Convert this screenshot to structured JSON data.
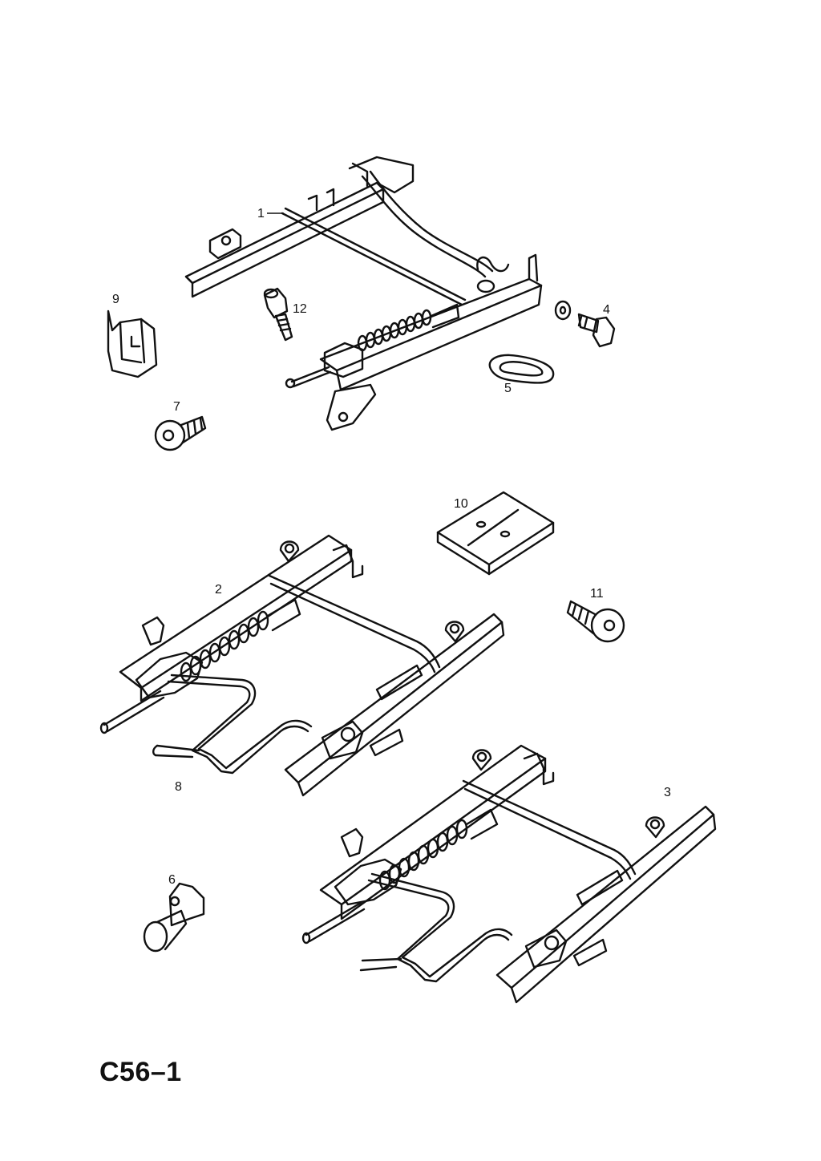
{
  "callouts": {
    "p1": "1",
    "p2": "2",
    "p3": "3",
    "p4": "4",
    "p5": "5",
    "p6": "6",
    "p7": "7",
    "p8": "8",
    "p9": "9",
    "p10": "10",
    "p11": "11",
    "p12": "12"
  },
  "page_code": "C56–1"
}
